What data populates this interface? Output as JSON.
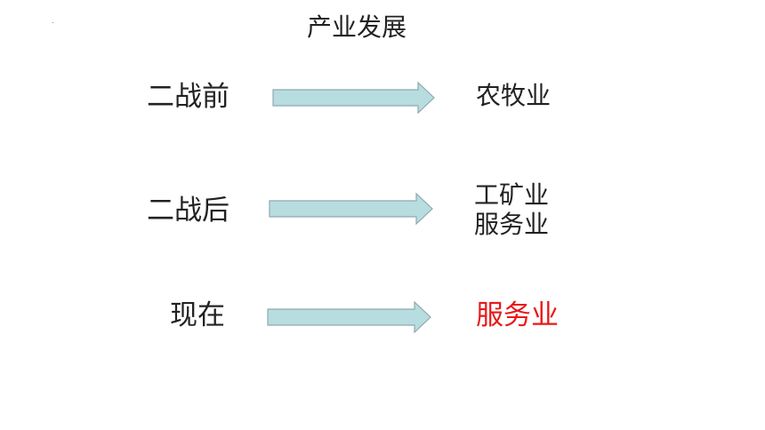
{
  "title": "产业发展",
  "colors": {
    "arrow_fill": "#b7dde1",
    "arrow_stroke": "#8fa9ac",
    "text": "#222222",
    "highlight": "#e81919"
  },
  "rows": [
    {
      "period": "二战前",
      "industries": [
        "农牧业"
      ]
    },
    {
      "period": "二战后",
      "industries": [
        "工矿业",
        "服务业"
      ]
    },
    {
      "period": "现在",
      "industries": [
        "服务业"
      ],
      "highlight": true
    }
  ]
}
